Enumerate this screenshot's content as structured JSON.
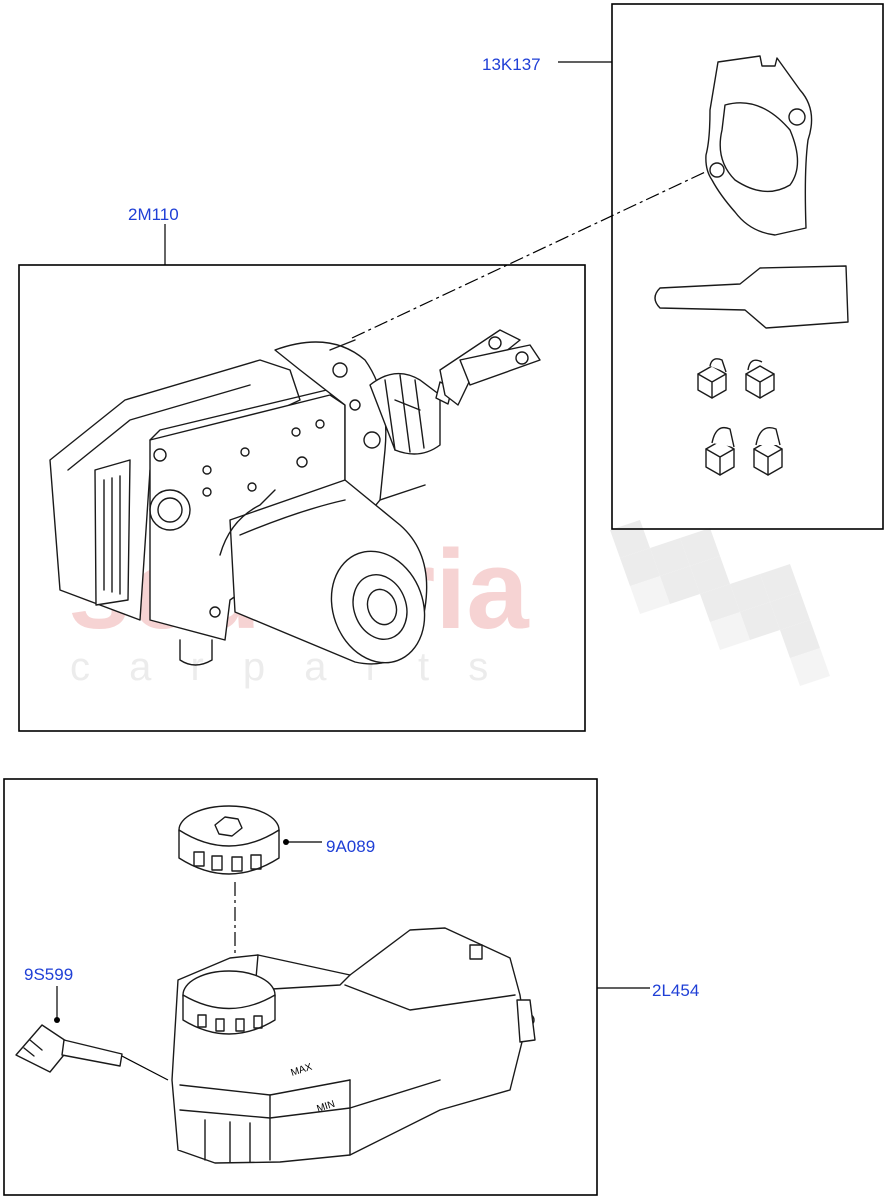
{
  "watermark": {
    "brand": "scuderia",
    "tagline": "c a r   p a r t s"
  },
  "parts": {
    "abs_unit": "2M110",
    "gasket_kit": "13K137",
    "reservoir_cap": "9A089",
    "level_sensor": "9S599",
    "reservoir": "2L454"
  },
  "reservoir_markings": {
    "max": "MAX",
    "min": "MIN"
  },
  "colors": {
    "label": "#1f3fd6",
    "watermark": "#f6d3d3"
  }
}
